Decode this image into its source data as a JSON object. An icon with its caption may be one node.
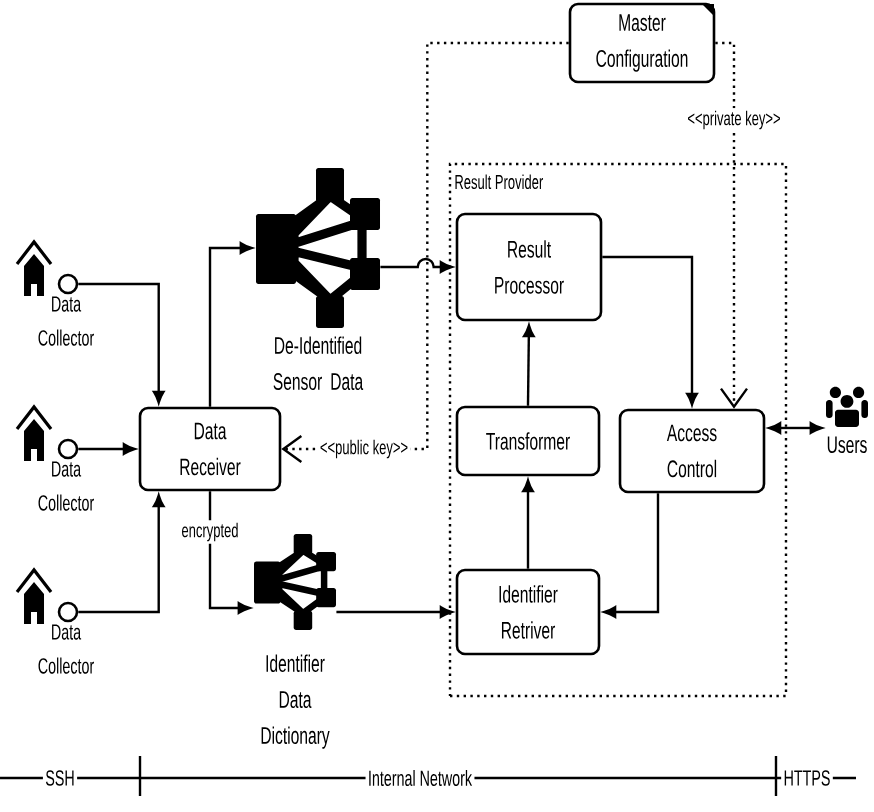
{
  "diagram": {
    "nodes": [
      {
        "text": [
          "Master Configuration"
        ]
      },
      {
        "text": [
          "Result Provider"
        ]
      },
      {
        "text": [
          "Result Processor"
        ],
        "in": 1
      },
      {
        "text": [
          "Transformer"
        ],
        "in": 1
      },
      {
        "text": [
          "Access Control"
        ],
        "in": 1
      },
      {
        "text": [
          "Identifier Retriver"
        ],
        "in": 1
      },
      {
        "text": [
          "Data Collector"
        ]
      },
      {
        "text": [
          "Data Collector"
        ]
      },
      {
        "text": [
          "Data Collector"
        ]
      },
      {
        "text": [
          "Data Receiver"
        ]
      },
      {
        "text": [
          "De-Identified Sensor Data"
        ]
      },
      {
        "text": [
          "Identifier Data Dictionary"
        ]
      },
      {
        "text": [
          "Users"
        ]
      }
    ],
    "edges": [
      {
        "from": 6,
        "to": 9,
        "arrow": "to"
      },
      {
        "from": 7,
        "to": 9,
        "arrow": "to"
      },
      {
        "from": 8,
        "to": 9,
        "arrow": "to"
      },
      {
        "from": 9,
        "to": 10,
        "arrow": "to"
      },
      {
        "from": 9,
        "to": 11,
        "arrow": "to",
        "label": "encrypted"
      },
      {
        "from": 10,
        "to": 2,
        "arrow": "to"
      },
      {
        "from": 11,
        "to": 5,
        "arrow": "to"
      },
      {
        "from": 5,
        "to": 3,
        "arrow": "to"
      },
      {
        "from": 3,
        "to": 2,
        "arrow": "to"
      },
      {
        "from": 2,
        "to": 4,
        "arrow": "to"
      },
      {
        "from": 4,
        "to": 5,
        "arrow": "to"
      },
      {
        "from": 4,
        "to": 12,
        "arrow": "both"
      },
      {
        "from": 0,
        "to": 9,
        "arrow": "to",
        "label": "<<public key>>",
        "style": "dashed"
      },
      {
        "from": 0,
        "to": 4,
        "arrow": "to",
        "label": "<<private key>>",
        "style": "dashed"
      }
    ],
    "labels": [
      "SSH",
      "Internal Network",
      "HTTPS"
    ]
  }
}
